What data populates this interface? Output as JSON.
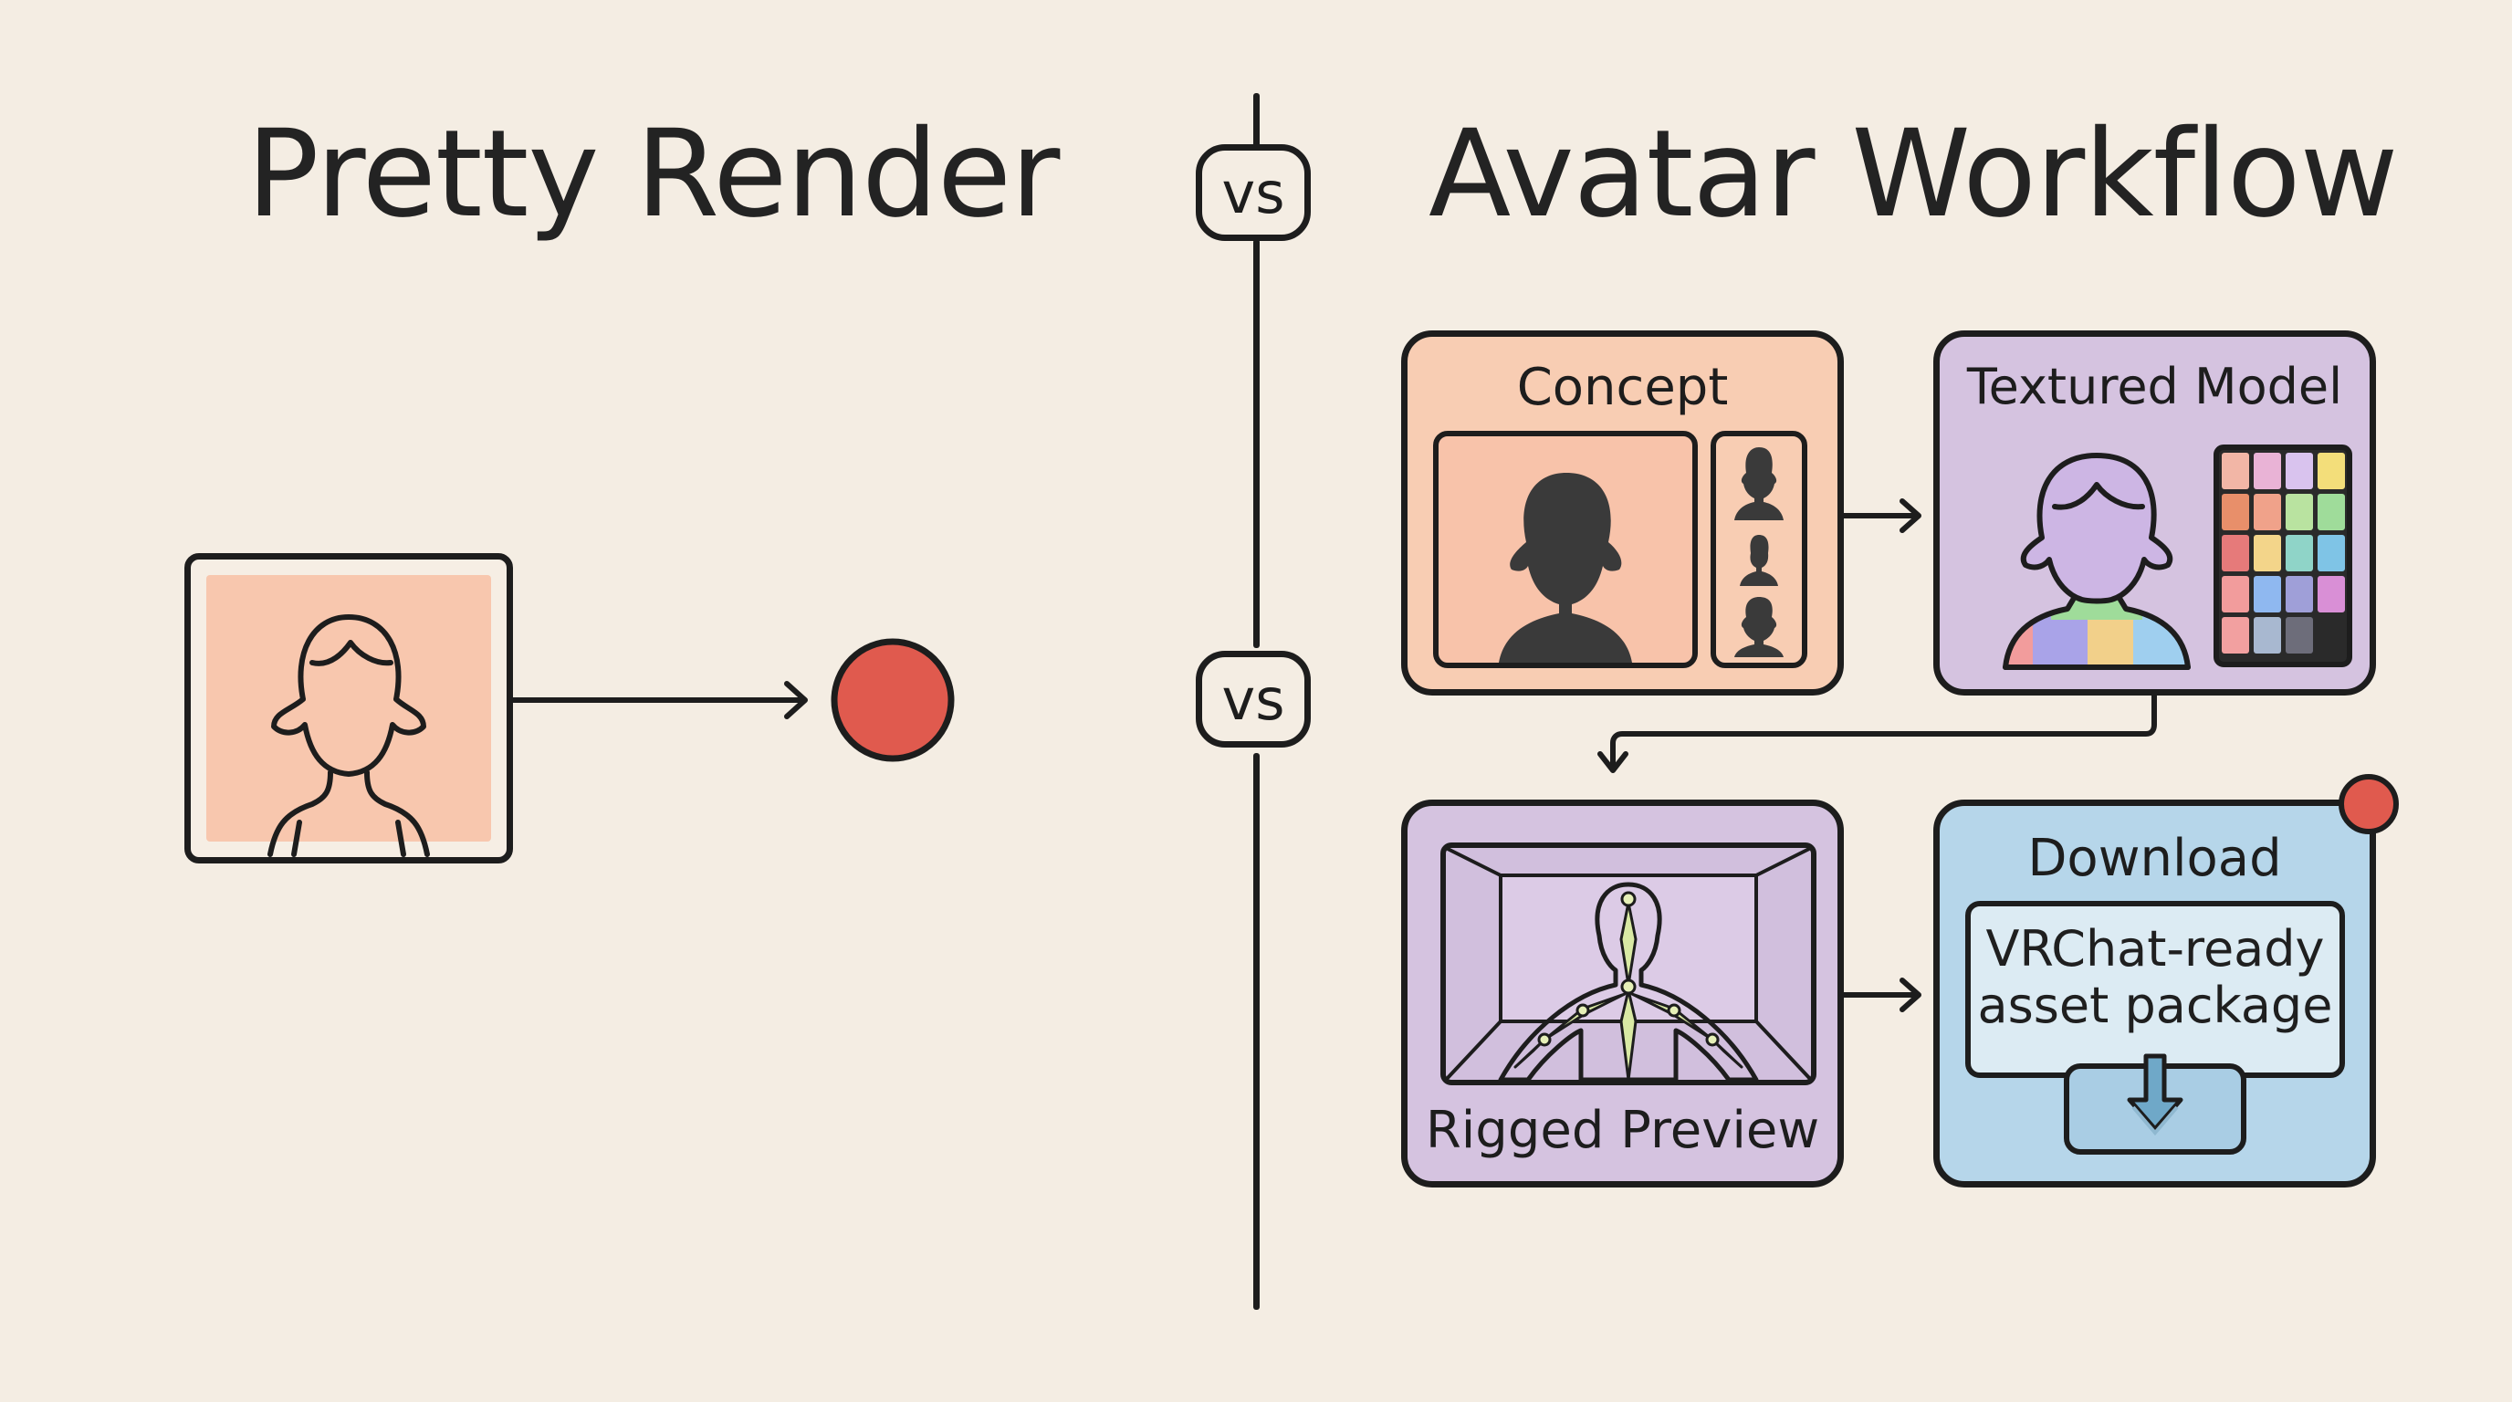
{
  "left": {
    "title": "Pretty Render"
  },
  "divider": {
    "top_badge": "vs",
    "middle_badge": "vs"
  },
  "right": {
    "title": "Avatar Workflow",
    "steps": [
      {
        "label": "Concept"
      },
      {
        "label": "Textured Model"
      },
      {
        "label": "Rigged Preview"
      },
      {
        "label": "Download"
      }
    ],
    "package_label_line1": "VRChat-ready",
    "package_label_line2": "asset package"
  },
  "icons": {
    "portrait": "avatar-portrait-icon",
    "silhouette": "person-silhouette-icon",
    "texture_grid": "texture-swatch-grid-icon",
    "skeleton": "rig-skeleton-icon",
    "download": "download-arrow-icon",
    "status_dot": "red-dot-icon"
  },
  "colors": {
    "background": "#f4ede3",
    "concept": "#f8cdb3",
    "textured": "#d5c3e0",
    "rigged": "#d5c3e0",
    "download": "#b6d6ea",
    "accent_red": "#e05a4e",
    "outline": "#1d1d1d"
  }
}
